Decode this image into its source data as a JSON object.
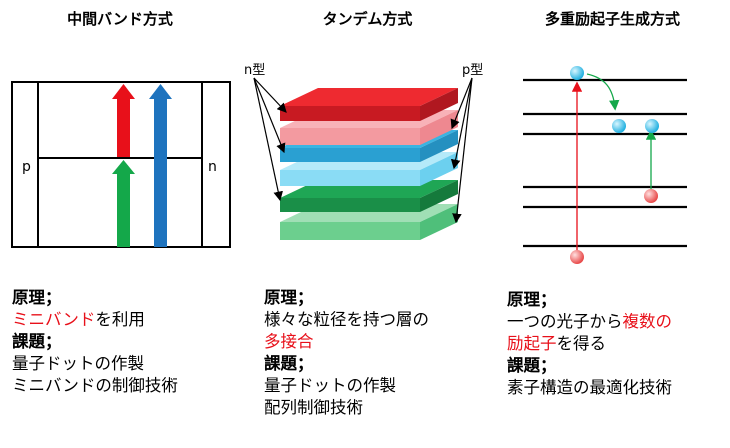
{
  "panels": [
    {
      "title": "中間バンド方式",
      "labels": {
        "left": "p",
        "right": "n"
      },
      "principle_heading": "原理；",
      "principle_red": "ミニバンド",
      "principle_rest": "を利用",
      "issues_heading": "課題；",
      "issues": [
        "量子ドットの作製",
        "ミニバンドの制御技術"
      ]
    },
    {
      "title": "タンデム方式",
      "labels": {
        "n_type": "n型",
        "p_type": "p型"
      },
      "principle_heading": "原理；",
      "principle_line1": "様々な粒径を持つ層の",
      "principle_red": "多接合",
      "issues_heading": "課題；",
      "issues": [
        "量子ドットの作製",
        "配列制御技術"
      ]
    },
    {
      "title": "多重励起子生成方式",
      "principle_heading": "原理；",
      "principle_line1_pre": "一つの光子から",
      "principle_line1_red": "複数の",
      "principle_line2_red": "励起子",
      "principle_line2_rest": "を得る",
      "issues_heading": "課題；",
      "issues": [
        "素子構造の最適化技術"
      ]
    }
  ],
  "colors": {
    "red": "#e8101a",
    "blue": "#1e73be",
    "green": "#14a84a",
    "layer_red": "#e8202a",
    "layer_blue": "#2aa6dc",
    "layer_green": "#1a9a4a",
    "dot_blue": "#3cc0e8",
    "dot_red": "#f07070"
  }
}
